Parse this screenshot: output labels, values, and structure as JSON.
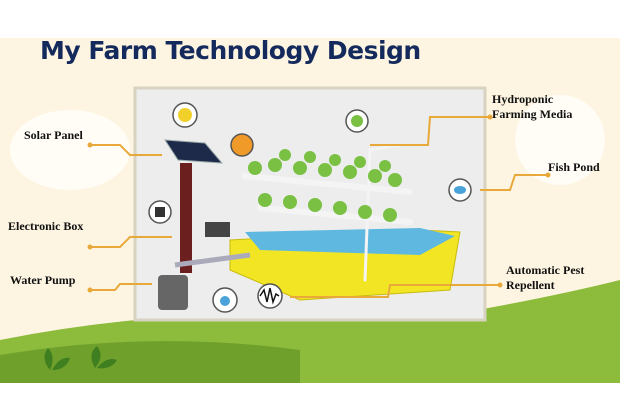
{
  "title": "My Farm Technology Design",
  "labels": {
    "solar_panel": "Solar Panel",
    "electronic_box": "Electronic Box",
    "water_pump": "Water Pump",
    "hydroponic_line1": "Hydroponic",
    "hydroponic_line2": "Farming Media",
    "fish_pond": "Fish Pond",
    "pest_line1": "Automatic Pest",
    "pest_line2": "Repellent"
  },
  "colors": {
    "background": "#fdf5e2",
    "title": "#142a5c",
    "leader": "#e8a93a",
    "hill": "#8dbb3c",
    "tank": "#f2e624",
    "water": "#5fb8e0"
  }
}
